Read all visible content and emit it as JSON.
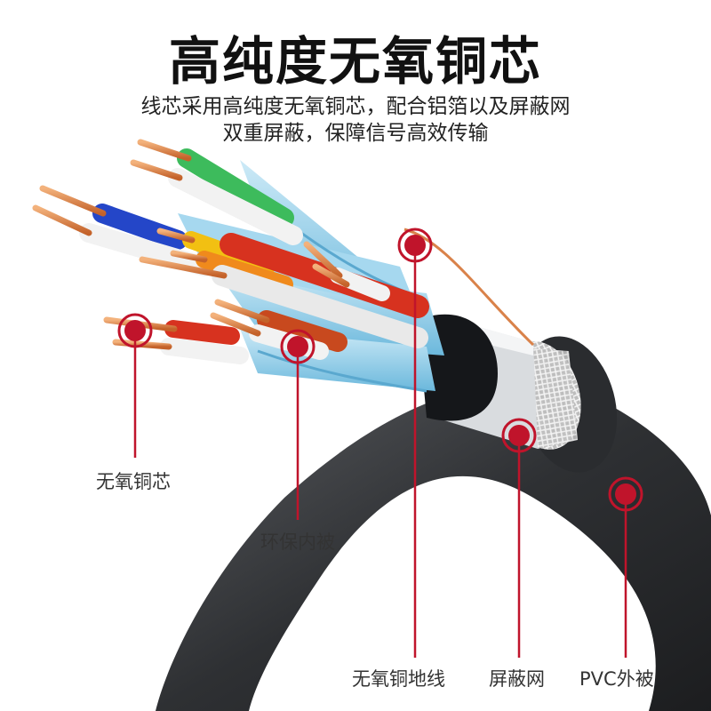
{
  "header": {
    "title": "高纯度无氧铜芯",
    "subtitle_line1": "线芯采用高纯度无氧铜芯，配合铝箔以及屏蔽网",
    "subtitle_line2": "双重屏蔽，保障信号高效传输"
  },
  "labels": {
    "oxygen_free_copper_core": "无氧铜芯",
    "eco_inner_jacket": "环保内被",
    "oxygen_free_copper_drain_wire": "无氧铜地线",
    "shield_mesh": "屏蔽网",
    "pvc_outer_jacket": "PVC外被"
  },
  "colors": {
    "marker_red": "#c0142b",
    "cable_jacket": "#2e3033",
    "foil_blue": "#7cc6e6",
    "copper": "#d9824a"
  }
}
